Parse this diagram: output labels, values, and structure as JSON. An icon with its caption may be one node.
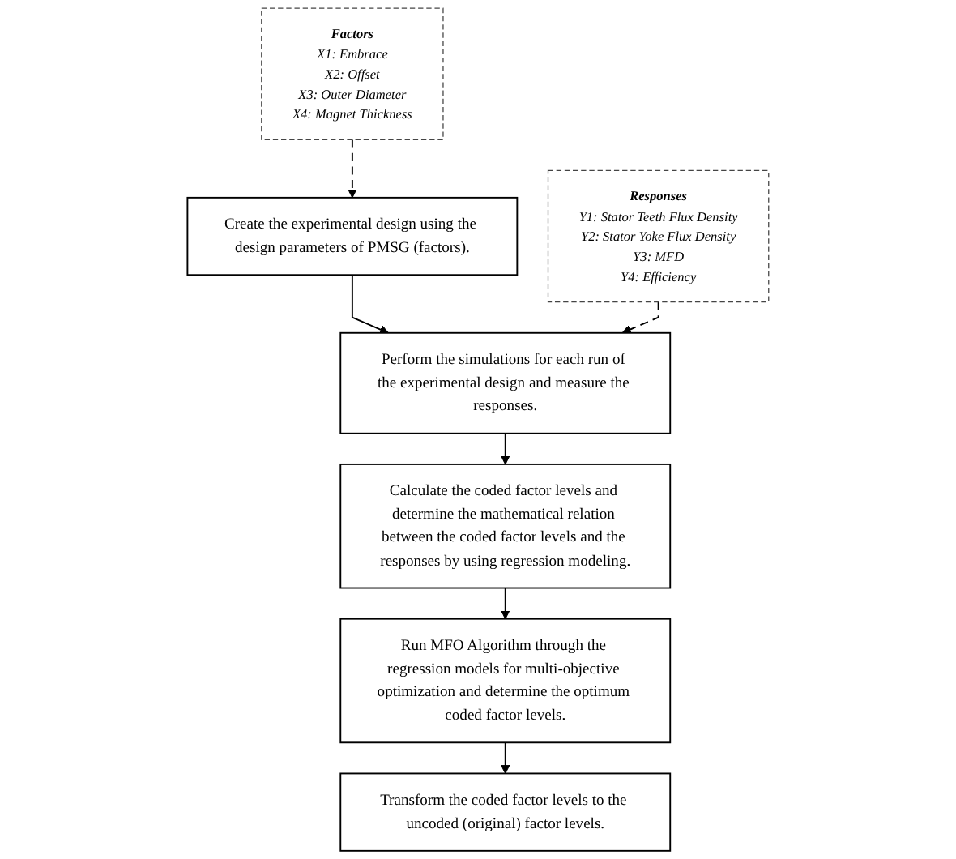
{
  "diagram": {
    "nodes": [
      {
        "text": [
          "Factors",
          "X1: Embrace",
          "X2: Offset",
          "X3: Outer Diameter",
          "X4: Magnet Thickness"
        ]
      },
      {
        "text": [
          "Create the experimental design using the design parameters of PMSG (factors)."
        ]
      },
      {
        "text": [
          "Perform the simulations for each run of the experimental design and measure the responses."
        ]
      },
      {
        "text": [
          "Responses",
          "Y1: Stator Teeth Flux Density",
          "Y2: Stator Yoke Flux Density",
          "Y3: MFD",
          "Y4: Efficiency"
        ]
      },
      {
        "text": [
          "Calculate the coded factor levels and determine the mathematical relation between the coded factor levels and the responses by using regression modeling."
        ]
      },
      {
        "text": [
          "Run MFO Algorithm through the regression models for multi-objective optimization and determine the optimum coded factor levels."
        ]
      },
      {
        "text": [
          "Transform the coded factor levels to the uncoded (original) factor levels."
        ]
      }
    ],
    "edges": [
      {
        "from": 0,
        "to": 1,
        "arrow": "to",
        "style": "dashed"
      },
      {
        "from": 1,
        "to": 2,
        "arrow": "to"
      },
      {
        "from": 3,
        "to": 2,
        "arrow": "to",
        "style": "dashed"
      },
      {
        "from": 2,
        "to": 4,
        "arrow": "to"
      },
      {
        "from": 4,
        "to": 5,
        "arrow": "to"
      },
      {
        "from": 5,
        "to": 6,
        "arrow": "to"
      }
    ]
  }
}
